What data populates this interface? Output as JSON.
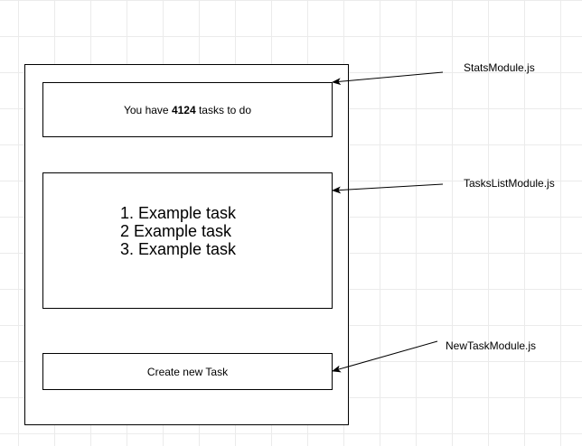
{
  "stats_module": {
    "text_before": "You have ",
    "count": "4124",
    "text_after": " tasks to do"
  },
  "tasks_list_module": {
    "items": [
      "1. Example task",
      "2  Example task",
      "3. Example task"
    ]
  },
  "new_task_module": {
    "button_label": "Create new Task"
  },
  "labels": {
    "stats": "StatsModule.js",
    "tasks": "TasksListModule.js",
    "new_task": "NewTaskModule.js"
  }
}
